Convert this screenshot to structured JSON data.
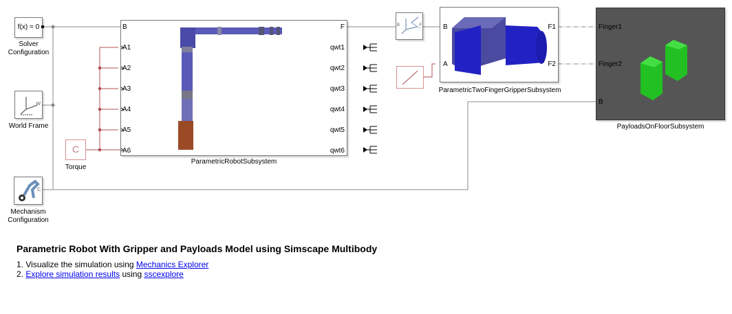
{
  "solver": {
    "text": "f(x) = 0",
    "label_line1": "Solver",
    "label_line2": "Configuration"
  },
  "world": {
    "label": "World Frame",
    "port": "W"
  },
  "torque": {
    "label": "Torque"
  },
  "mechanism": {
    "label_line1": "Mechanism",
    "label_line2": "Configuration",
    "port": "C"
  },
  "robot": {
    "label": "ParametricRobotSubsystem",
    "in_ports": [
      "B",
      "A1",
      "A2",
      "A3",
      "A4",
      "A5",
      "A6"
    ],
    "out_ports": [
      "F",
      "qwt1",
      "qwt2",
      "qwt3",
      "qwt4",
      "qwt5",
      "qwt6"
    ]
  },
  "transform": {
    "port_b": "B",
    "port_f": "F"
  },
  "gripper": {
    "label": "ParametricTwoFingerGripperSubsystem",
    "ports_in": [
      "B",
      "A"
    ],
    "ports_out": [
      "F1",
      "F2"
    ]
  },
  "payloads": {
    "label": "PayloadsOnFloorSubsystem",
    "ports": [
      "Finger1",
      "Finger2",
      "B"
    ]
  },
  "colors": {
    "wire": "#888888",
    "signal": "#b05050",
    "link": "#0000ee",
    "arm": "#5a5ab8",
    "finger": "#2020c8",
    "payload": "#22c022",
    "floor": "#555555"
  },
  "description": {
    "title": "Parametric Robot With Gripper and Payloads Model using Simscape Multibody",
    "step1_num": "1.",
    "step1_text": "Visualize the simulation using",
    "step1_link": "Mechanics Explorer",
    "step2_num": "2.",
    "step2_link1": "Explore simulation results",
    "step2_mid": "using",
    "step2_link2": "sscexplore"
  }
}
